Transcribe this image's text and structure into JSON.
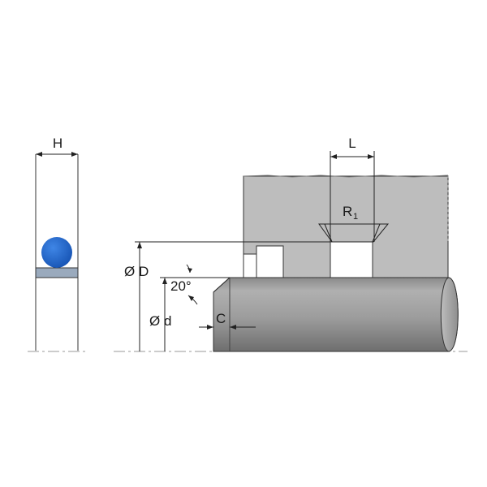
{
  "labels": {
    "height": "H",
    "groove_length": "L",
    "radius_letter": "R",
    "radius_index": "1",
    "outer_diameter": "Ø D",
    "inner_diameter": "Ø d",
    "chamfer_angle": "20°",
    "chamfer_length": "C"
  },
  "colors": {
    "oring": "#1e64c8",
    "backup_ring": "#9aaabd",
    "housing": "#bdbdbd",
    "rod_light": "#b5b5b5",
    "rod_dark": "#7a7a7a",
    "line": "#222222"
  }
}
